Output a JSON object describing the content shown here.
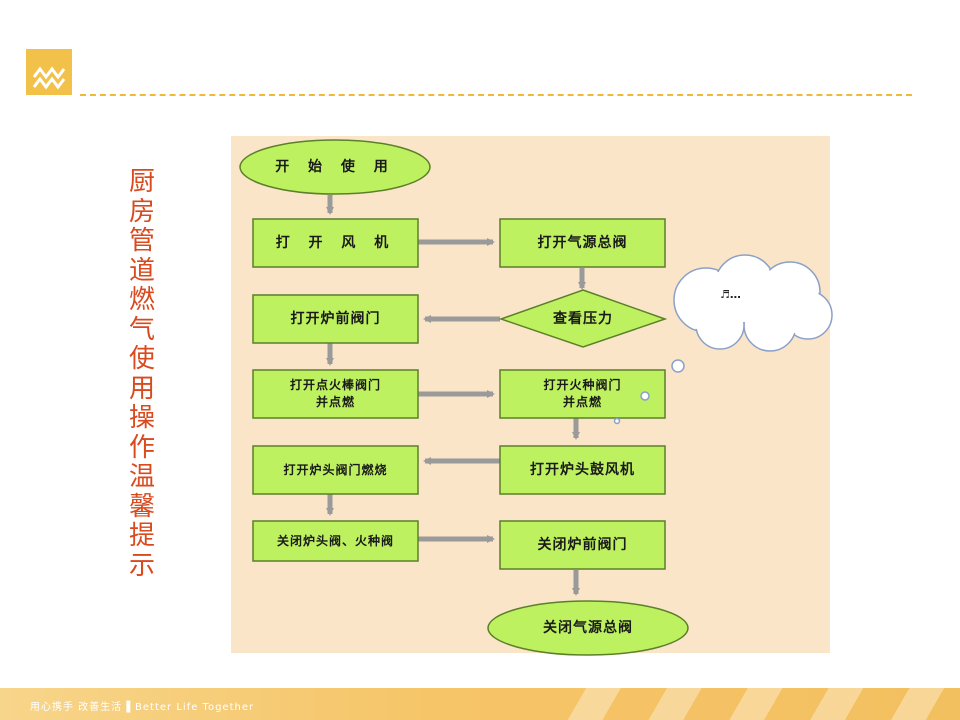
{
  "side_title": "厨房管道燃气使用操作温馨提示",
  "nodes": {
    "start": "开 始 使 用",
    "open_fan": "打 开 风 机",
    "open_main_valve": "打开气源总阀",
    "check_pressure": "查看压力",
    "open_front_valve": "打开炉前阀门",
    "open_igniter_valve": "打开点火棒阀门\n并点燃",
    "open_pilot_valve": "打开火种阀门\n并点燃",
    "open_burner_valve": "打开炉头阀门燃烧",
    "open_blower": "打开炉头鼓风机",
    "close_burner_pilot": "关闭炉头阀、火种阀",
    "close_front_valve": "关闭炉前阀门",
    "close_main_valve": "关闭气源总阀"
  },
  "cloud_text": "♬…",
  "footer": {
    "tagline": "用心携手  改善生活 ▌Better Life Together"
  },
  "colors": {
    "box_fill": "#bef160",
    "box_stroke": "#5b7f2a",
    "panel": "#fbe5c9",
    "title": "#d94a1e",
    "accent": "#f0b93a"
  }
}
